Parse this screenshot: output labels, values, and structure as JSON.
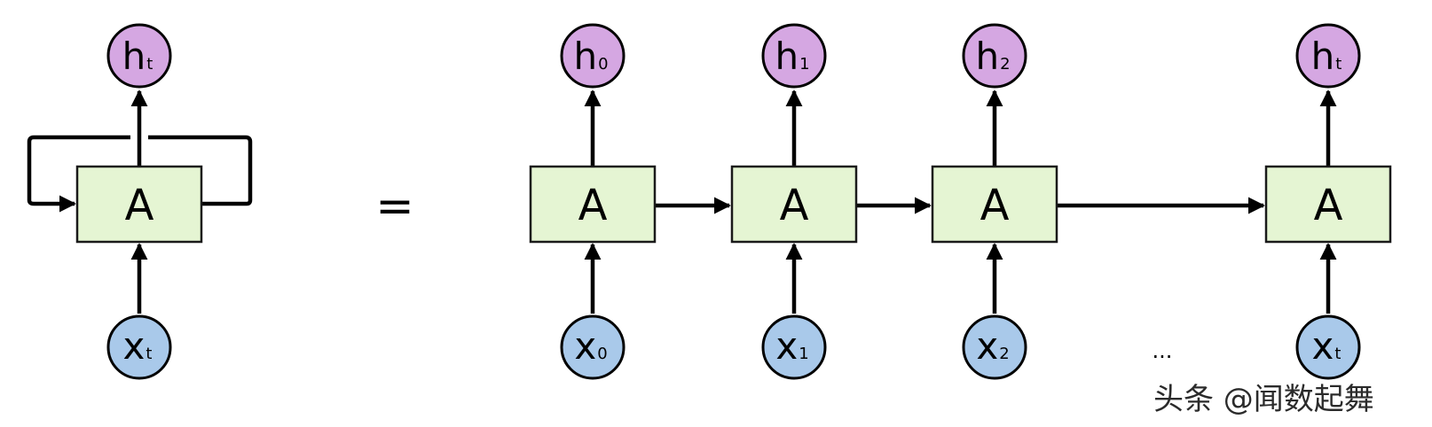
{
  "cells": [
    {
      "label": "A",
      "input_main": "x",
      "input_sub": "t",
      "output_main": "h",
      "output_sub": "t"
    },
    {
      "label": "A",
      "input_main": "x",
      "input_sub": "0",
      "output_main": "h",
      "output_sub": "0"
    },
    {
      "label": "A",
      "input_main": "x",
      "input_sub": "1",
      "output_main": "h",
      "output_sub": "1"
    },
    {
      "label": "A",
      "input_main": "x",
      "input_sub": "2",
      "output_main": "h",
      "output_sub": "2"
    },
    {
      "label": "A",
      "input_main": "x",
      "input_sub": "t",
      "output_main": "h",
      "output_sub": "t"
    }
  ],
  "equals_sign": "=",
  "ellipsis": "...",
  "watermark": "头条 @闻数起舞",
  "colors": {
    "box_fill": "#e5f5d3",
    "h_node_fill": "#d5a7e2",
    "x_node_fill": "#a9c9ea",
    "stroke": "#000000"
  }
}
